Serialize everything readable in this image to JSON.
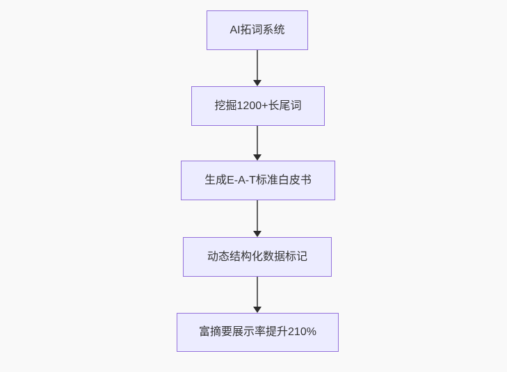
{
  "diagram": {
    "type": "flowchart",
    "direction": "top-down",
    "colors": {
      "background": "#f9f9f9",
      "node_fill": "#ECECFF",
      "node_border": "#9370DB",
      "node_text": "#333333",
      "edge_line": "#5e5e5e",
      "arrowhead": "#2b2b2b"
    },
    "nodes": [
      {
        "id": "step1",
        "label": "AI拓词系统"
      },
      {
        "id": "step2",
        "label": "挖掘1200+长尾词"
      },
      {
        "id": "step3",
        "label": "生成E-A-T标准白皮书"
      },
      {
        "id": "step4",
        "label": "动态结构化数据标记"
      },
      {
        "id": "step5",
        "label": "富摘要展示率提升210%"
      }
    ],
    "edges": [
      {
        "from": "step1",
        "to": "step2"
      },
      {
        "from": "step2",
        "to": "step3"
      },
      {
        "from": "step3",
        "to": "step4"
      },
      {
        "from": "step4",
        "to": "step5"
      }
    ]
  }
}
